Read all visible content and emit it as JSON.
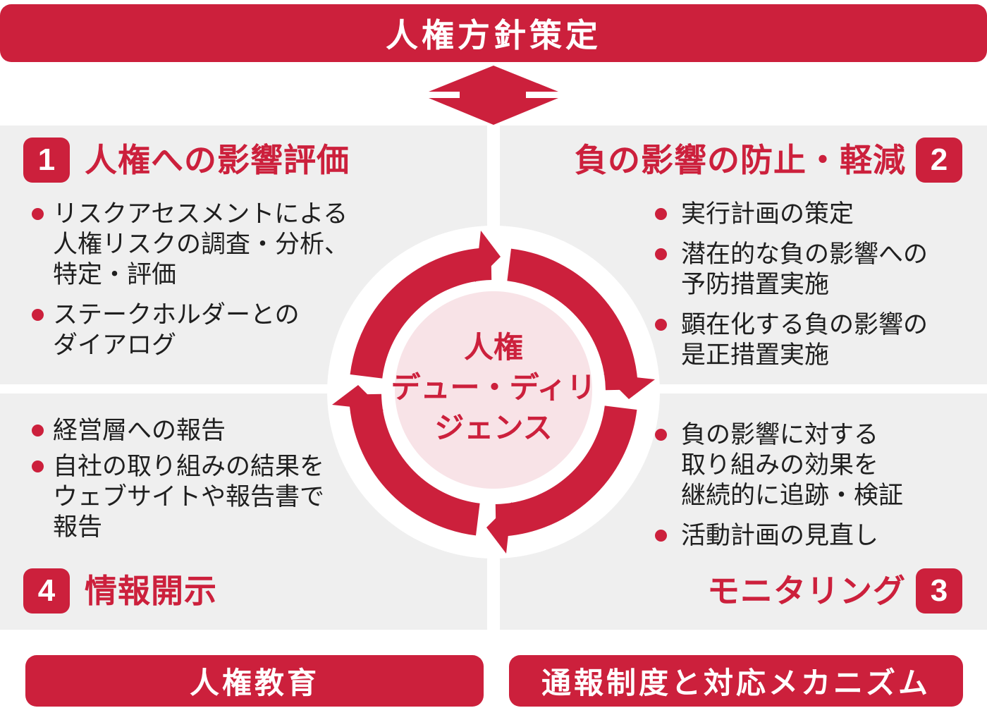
{
  "colors": {
    "red": "#cc203c",
    "pink": "#f8e3e7",
    "gray": "#efefef",
    "ink": "#1f1f1f"
  },
  "icons": {
    "header_flow": "double-vertical-arrow-icon",
    "center_cycle": "cycle-arrows-icon",
    "list_marker": "bullet-dot"
  },
  "header": {
    "title": "人権方針策定"
  },
  "center": {
    "lines": [
      "人権",
      "デュー・ディリ",
      "ジェンス"
    ]
  },
  "quadrants": {
    "top_left": {
      "number": "1",
      "title": "人権への影響評価",
      "bullets": [
        {
          "lines": [
            "リスクアセスメントによる",
            "人権リスクの調査・分析、",
            "特定・評価"
          ]
        },
        {
          "lines": [
            "ステークホルダーとの",
            "ダイアログ"
          ]
        }
      ]
    },
    "top_right": {
      "number": "2",
      "title": "負の影響の防止・軽減",
      "bullets": [
        {
          "lines": [
            "実行計画の策定"
          ]
        },
        {
          "lines": [
            "潜在的な負の影響への",
            "予防措置実施"
          ]
        },
        {
          "lines": [
            "顕在化する負の影響の",
            "是正措置実施"
          ]
        }
      ]
    },
    "bottom_right": {
      "number": "3",
      "title": "モニタリング",
      "bullets": [
        {
          "lines": [
            "負の影響に対する",
            "取り組みの効果を",
            "継続的に追跡・検証"
          ]
        },
        {
          "lines": [
            "活動計画の見直し"
          ]
        }
      ]
    },
    "bottom_left": {
      "number": "4",
      "title": "情報開示",
      "bullets": [
        {
          "lines": [
            "経営層への報告"
          ]
        },
        {
          "lines": [
            "自社の取り組みの結果を",
            "ウェブサイトや報告書で",
            "報告"
          ]
        }
      ]
    }
  },
  "footer": {
    "left": "人権教育",
    "right": "通報制度と対応メカニズム"
  }
}
